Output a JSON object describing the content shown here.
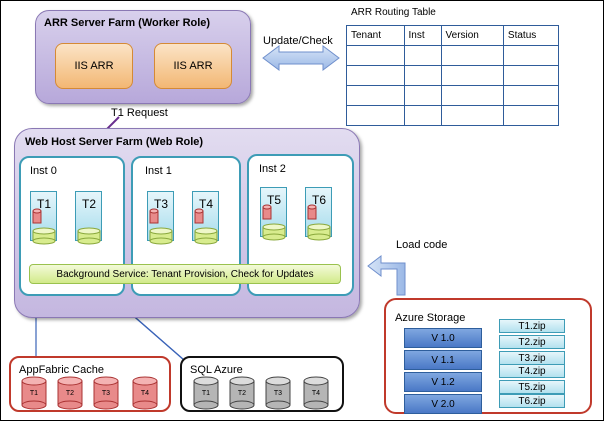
{
  "arr_farm": {
    "title": "ARR Server Farm (Worker Role)",
    "nodes": [
      "IIS ARR",
      "IIS ARR"
    ]
  },
  "update_check_label": "Update/Check",
  "routing_table": {
    "title": "ARR Routing Table",
    "headers": [
      "Tenant",
      "Inst",
      "Version",
      "Status"
    ]
  },
  "t1_request_label": "T1 Request",
  "web_farm": {
    "title": "Web Host Server Farm (Web Role)",
    "instances": [
      {
        "name": "Inst 0",
        "tenants": [
          "T1",
          "T2"
        ]
      },
      {
        "name": "Inst 1",
        "tenants": [
          "T3",
          "T4"
        ]
      },
      {
        "name": "Inst 2",
        "tenants": [
          "T5",
          "T6"
        ]
      }
    ],
    "background_service": "Background Service: Tenant Provision, Check for Updates"
  },
  "load_code_label": "Load code",
  "azure_storage": {
    "title": "Azure Storage",
    "versions": [
      "V 1.0",
      "V 1.1",
      "V 1.2",
      "V 2.0"
    ],
    "packages": [
      "T1.zip",
      "T2.zip",
      "T3.zip",
      "T4.zip",
      "T5.zip",
      "T6.zip"
    ]
  },
  "appfabric_cache": {
    "title": "AppFabric Cache",
    "items": [
      "T1",
      "T2",
      "T3",
      "T4"
    ]
  },
  "sql_azure": {
    "title": "SQL Azure",
    "items": [
      "T1",
      "T2",
      "T3",
      "T4"
    ]
  },
  "colors": {
    "arr_farm": "#b7a8da",
    "iis": "#f3b774",
    "instance_border": "#3d9cb6",
    "background_service": "#d2ea8a",
    "storage_border": "#c0392b",
    "version_block": "#4a78c6",
    "cache_cylinder": "#e88a8a",
    "sql_cylinder": "#b5b5b5",
    "request_arrow": "#6a2f8f",
    "link_arrow": "#3a63b8"
  }
}
